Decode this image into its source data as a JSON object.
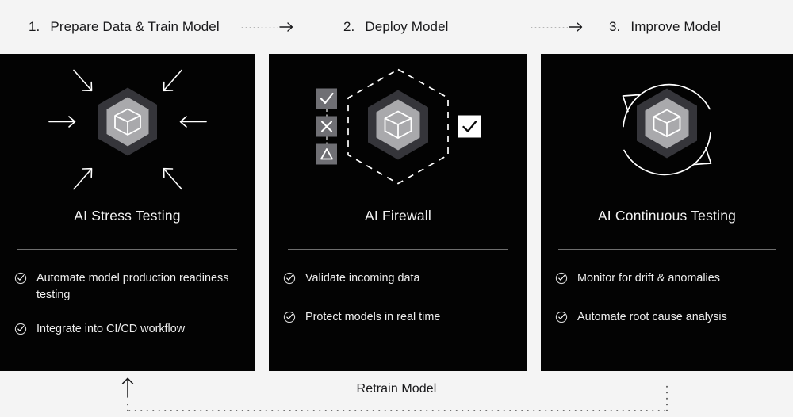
{
  "header": {
    "steps": [
      {
        "num": "1.",
        "label": "Prepare Data & Train Model"
      },
      {
        "num": "2.",
        "label": "Deploy Model"
      },
      {
        "num": "3.",
        "label": "Improve Model"
      }
    ],
    "connector_icon": "dotted-arrow-right-icon"
  },
  "cards": [
    {
      "title": "AI Stress Testing",
      "art_icon": "hexagon-logo-inward-arrows-icon",
      "features": [
        "Automate model production readiness testing",
        "Integrate into CI/CD workflow"
      ]
    },
    {
      "title": "AI Firewall",
      "art_icon": "hexagon-logo-dashed-perimeter-icon",
      "features": [
        "Validate incoming data",
        "Protect models in real time"
      ]
    },
    {
      "title": "AI Continuous Testing",
      "art_icon": "hexagon-logo-circular-arrows-icon",
      "features": [
        "Monitor for drift & anomalies",
        "Automate root cause analysis"
      ]
    }
  ],
  "footer": {
    "label": "Retrain Model",
    "loop_icon": "dotted-loop-arrow-up-icon"
  },
  "colors": {
    "page_background": "#f4f4f4",
    "card_background": "#030303",
    "text_on_card": "#ededed",
    "text_on_page": "#19191b",
    "hex_outer": "#3a3a3c",
    "hex_inner": "#a9a9ac",
    "divider": "#6e6e6e",
    "dotted": "#4d4d4d"
  }
}
